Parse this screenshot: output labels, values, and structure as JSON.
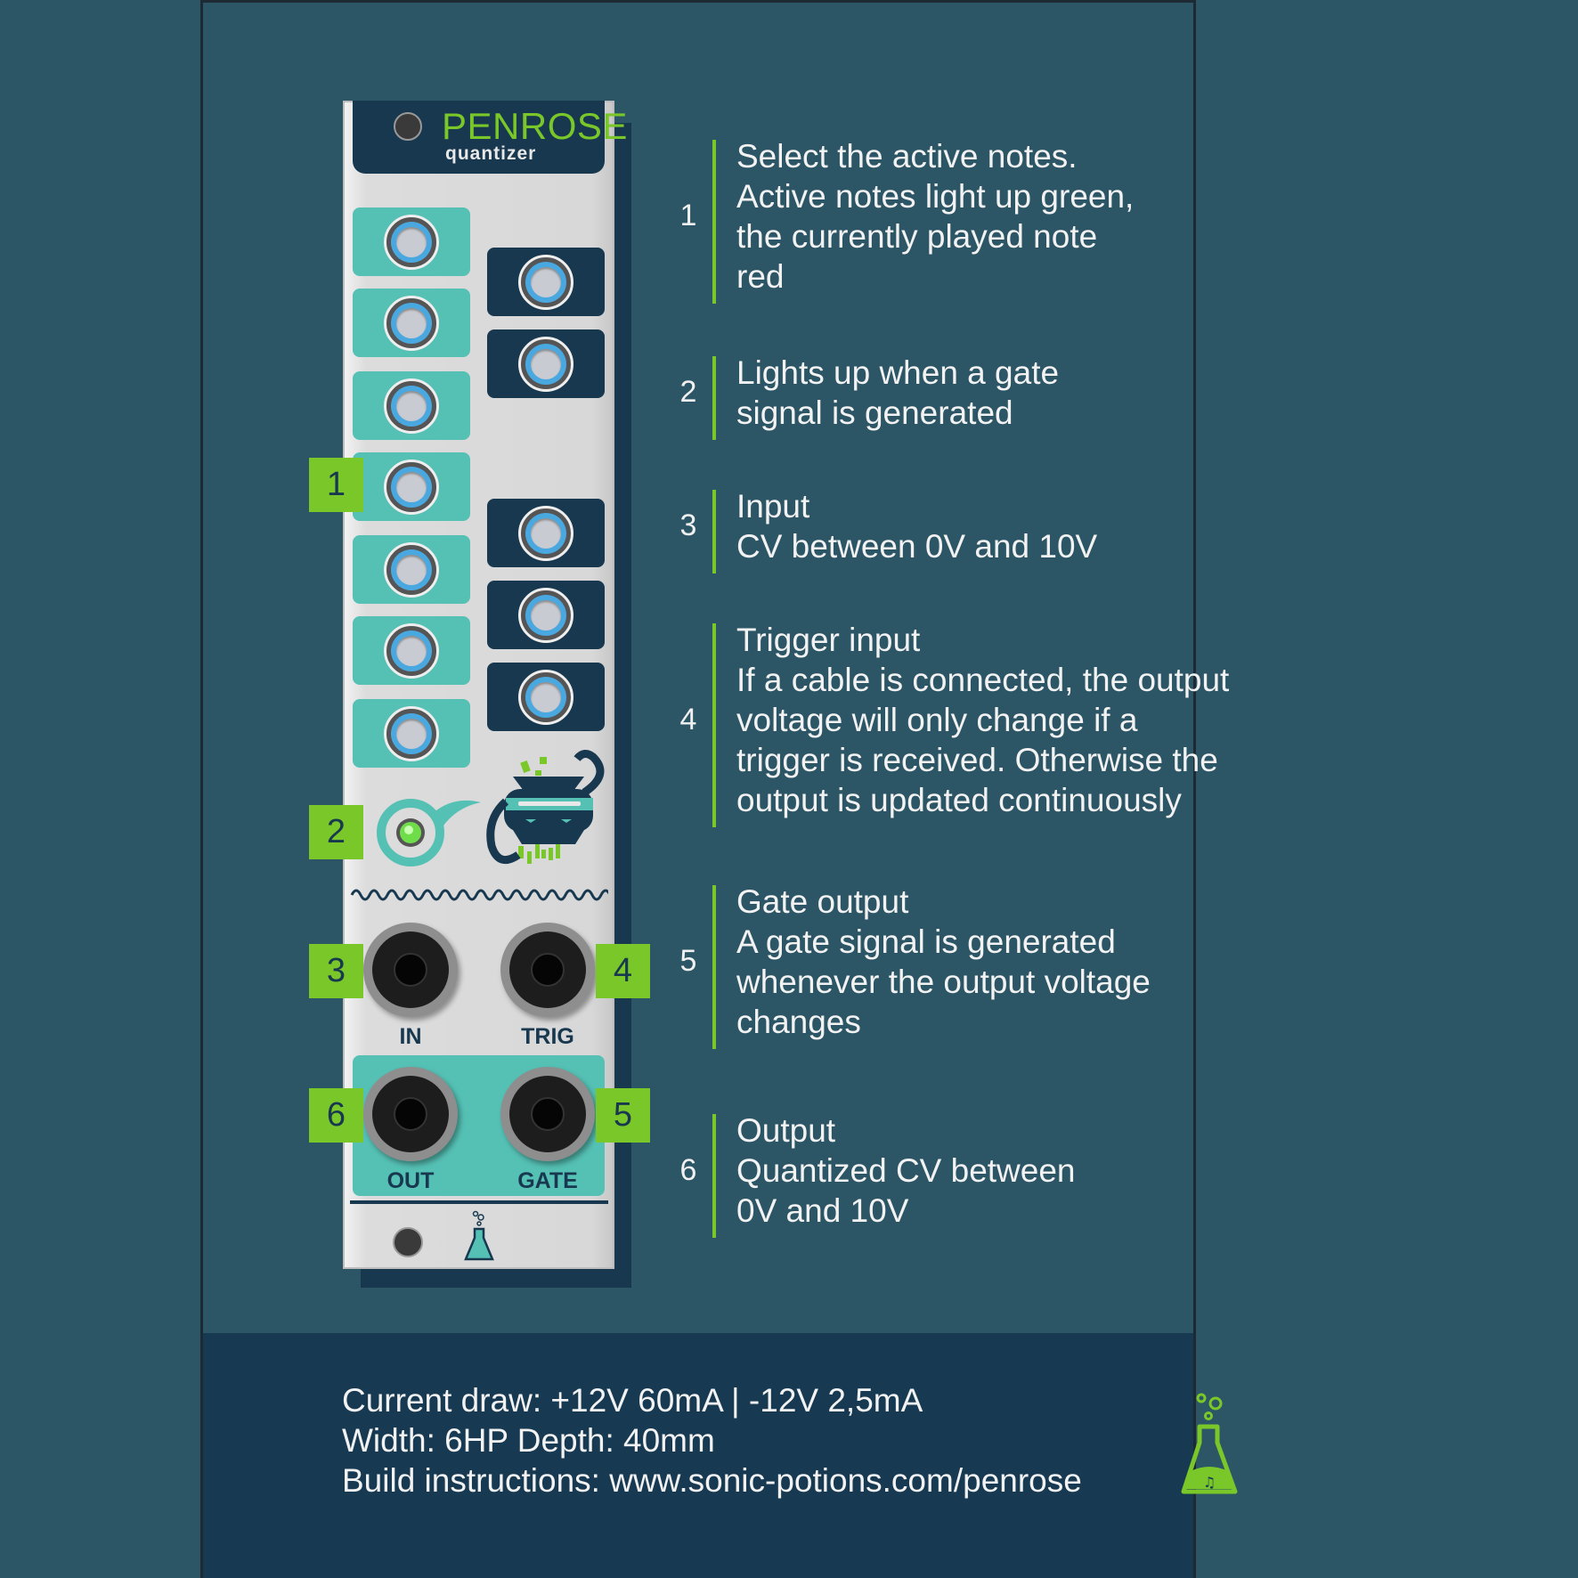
{
  "module": {
    "brand": "PENROSE",
    "subtitle": "quantizer",
    "jacks": {
      "in": "IN",
      "trig": "TRIG",
      "out": "OUT",
      "gate": "GATE"
    }
  },
  "tags": [
    "1",
    "2",
    "3",
    "4",
    "5",
    "6"
  ],
  "annotations": [
    {
      "number": "1",
      "lines": [
        "Select the active notes.",
        "Active notes light up green,",
        "the currently played note",
        "red"
      ]
    },
    {
      "number": "2",
      "lines": [
        "Lights up when a gate",
        "signal is generated"
      ]
    },
    {
      "number": "3",
      "lines": [
        "Input",
        "CV between 0V and 10V"
      ]
    },
    {
      "number": "4",
      "lines": [
        "Trigger input",
        "If a cable is connected, the output",
        "voltage will only change if a",
        "trigger is received. Otherwise the",
        "output is updated continuously"
      ]
    },
    {
      "number": "5",
      "lines": [
        "Gate output",
        "A gate signal is generated",
        "whenever the output voltage",
        "changes"
      ]
    },
    {
      "number": "6",
      "lines": [
        "Output",
        "Quantized CV between",
        "0V and 10V"
      ]
    }
  ],
  "footer": {
    "lines": [
      "Current draw: +12V 60mA | -12V 2,5mA",
      "Width: 6HP  Depth: 40mm",
      "Build instructions: www.sonic-potions.com/penrose"
    ]
  },
  "colors": {
    "background": "#2c5566",
    "dark": "#17384f",
    "teal": "#55c0b4",
    "green": "#7ac72a",
    "button_ring": "#4aa8e0"
  }
}
